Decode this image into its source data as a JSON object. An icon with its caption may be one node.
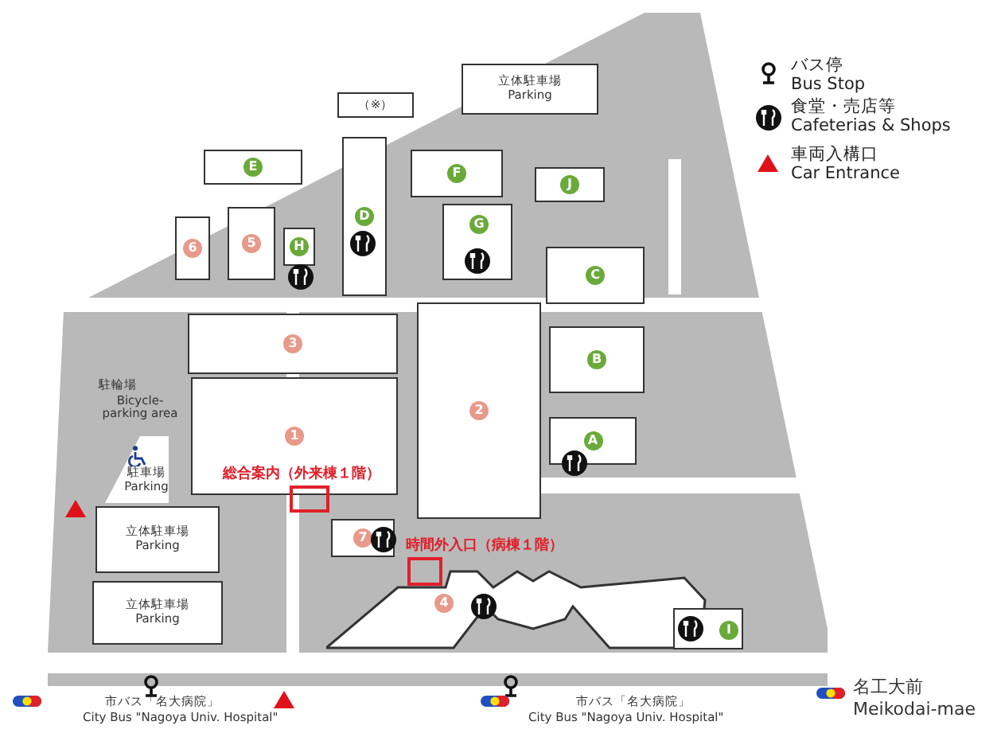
{
  "diagram": {
    "nodes": [
      {
        "text": [
          "立体駐車場",
          "Parking"
        ]
      },
      {
        "text": [
          "（※）"
        ]
      },
      {
        "text": [
          "E"
        ]
      },
      {
        "text": [
          "F"
        ]
      },
      {
        "text": [
          "J"
        ]
      },
      {
        "text": [
          "6"
        ]
      },
      {
        "text": [
          "5"
        ]
      },
      {
        "text": [
          "H"
        ]
      },
      {
        "text": [
          "D"
        ]
      },
      {
        "text": [
          "G"
        ]
      },
      {
        "text": [
          "C"
        ]
      },
      {
        "text": [
          "3"
        ]
      },
      {
        "text": [
          "2"
        ]
      },
      {
        "text": [
          "B"
        ]
      },
      {
        "text": [
          "1"
        ]
      },
      {
        "text": [
          "駐車場",
          "Parking"
        ]
      },
      {
        "text": [
          "A"
        ]
      },
      {
        "text": [],
        "shape": "box",
        "beside": [
          "総合案内（外来棟１階）"
        ]
      },
      {
        "text": [
          "7"
        ]
      },
      {
        "text": [],
        "shape": "box",
        "beside": [
          "時間外入口（病棟１階）"
        ]
      },
      {
        "text": [
          "立体駐車場",
          "Parking"
        ]
      },
      {
        "text": [
          "4"
        ]
      },
      {
        "text": [
          "立体駐車場",
          "Parking"
        ]
      },
      {
        "text": [
          "I"
        ]
      }
    ],
    "labels": [
      "駐輪場",
      "Bicycle-parking area",
      "市バス「名大病院」",
      "City Bus \"Nagoya Univ. Hospital\"",
      "市バス「名大病院」",
      "City Bus \"Nagoya Univ. Hospital\"",
      "名工大前",
      "Meikodai-mae"
    ],
    "legend": [
      {
        "text": "バス停 Bus Stop"
      },
      {
        "text": "食堂・売店等 Cafeterias & Shops"
      },
      {
        "text": "車両入構口 Car Entrance"
      }
    ]
  }
}
